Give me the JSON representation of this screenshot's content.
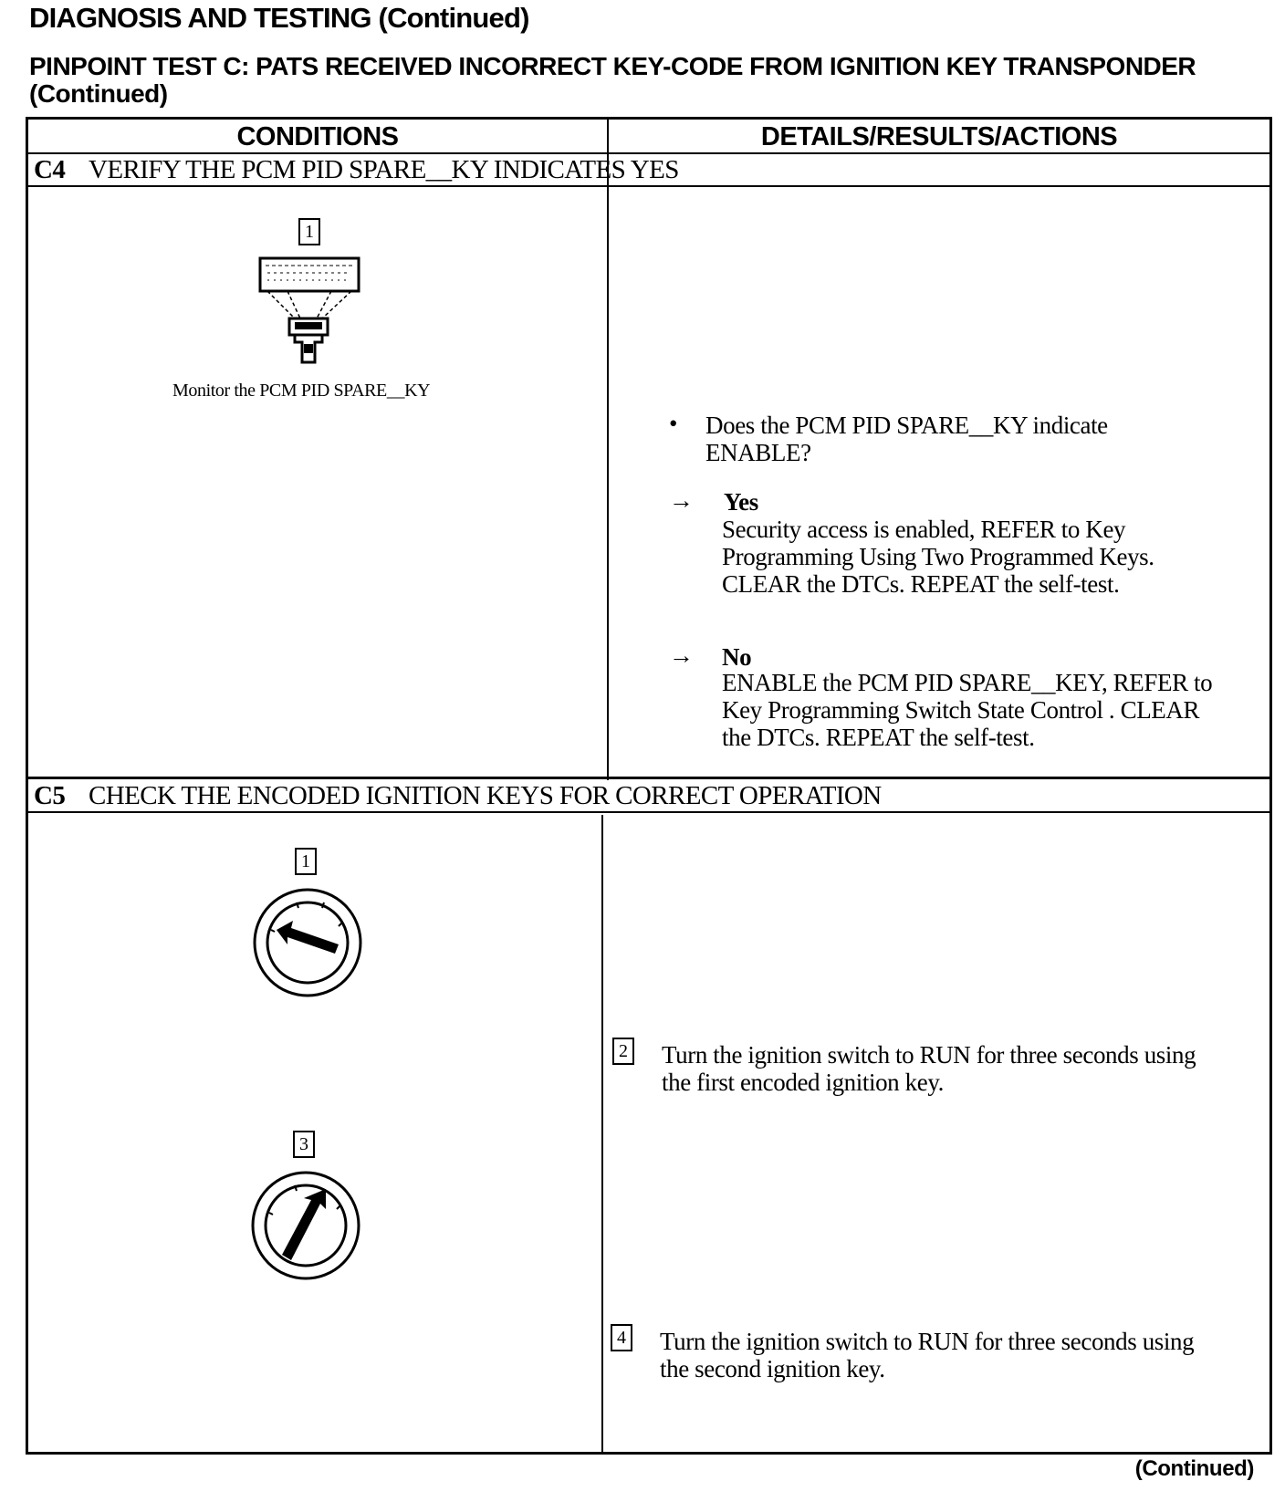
{
  "header": {
    "page_title": "DIAGNOSIS AND TESTING (Continued)",
    "test_title": "PINPOINT TEST C: PATS RECEIVED INCORRECT KEY-CODE FROM IGNITION KEY TRANSPONDER (Continued)"
  },
  "table": {
    "col_conditions": "CONDITIONS",
    "col_details": "DETAILS/RESULTS/ACTIONS"
  },
  "c4": {
    "step_id": "C4",
    "step_title": "VERIFY THE PCM PID SPARE__KY INDICATES YES",
    "callout_1": "1",
    "caption": "Monitor the PCM PID SPARE__KY",
    "question": "Does the PCM PID SPARE__KY indicate ENABLE?",
    "bullet": "•",
    "arrow": "→",
    "yes_label": "Yes",
    "yes_text": "Security access is enabled, REFER to Key Programming Using Two Programmed Keys. CLEAR the DTCs. REPEAT the self-test.",
    "no_label": "No",
    "no_text": "ENABLE the PCM PID SPARE__KEY, REFER to Key Programming Switch State Control . CLEAR the DTCs. REPEAT the self-test."
  },
  "c5": {
    "step_id": "C5",
    "step_title": "CHECK THE ENCODED IGNITION KEYS FOR CORRECT OPERATION",
    "callout_1": "1",
    "callout_2": "2",
    "callout_3": "3",
    "callout_4": "4",
    "step_2_text": "Turn the ignition switch to RUN for three seconds using the first encoded ignition key.",
    "step_4_text": "Turn the ignition switch to RUN for three seconds using the second ignition key."
  },
  "footer": {
    "continued": "(Continued)"
  }
}
